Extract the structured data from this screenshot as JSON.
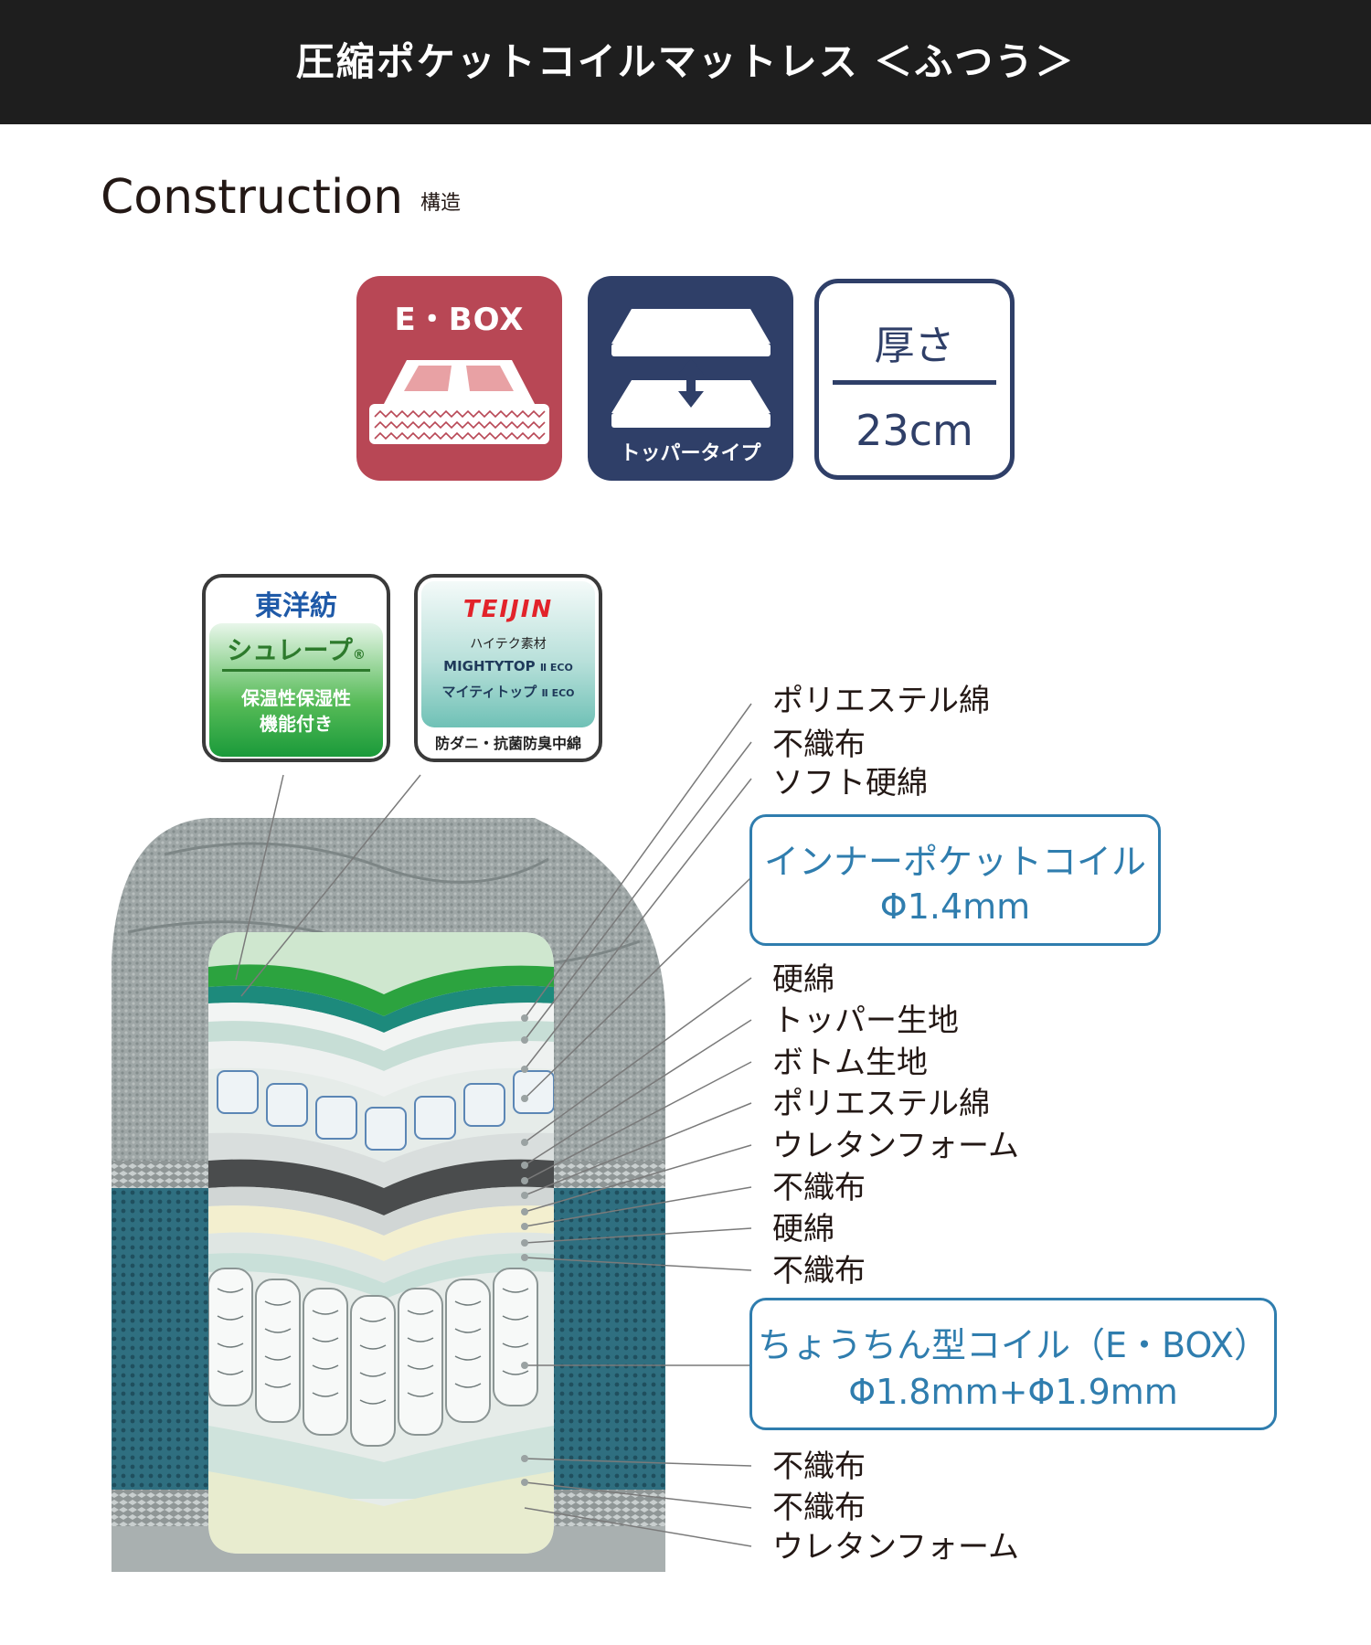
{
  "header": {
    "title": "圧縮ポケットコイルマットレス ＜ふつう＞"
  },
  "section": {
    "title": "Construction",
    "subtitle": "構造"
  },
  "badges": {
    "ebox": {
      "label": "E・BOX",
      "color": "#b84755"
    },
    "topper": {
      "label": "トッパータイプ",
      "color": "#2f3f68"
    },
    "thickness": {
      "label": "厚さ",
      "value": "23cm",
      "color": "#2f3f68"
    }
  },
  "logos": {
    "toyobo": {
      "brand": "東洋紡",
      "product": "シュレープ",
      "registered": "®",
      "desc_line1": "保温性保湿性",
      "desc_line2": "機能付き"
    },
    "teijin": {
      "brand": "TEIJIN",
      "tag": "ハイテク素材",
      "name_line1": "MIGHTYTOP",
      "name_mark": "Ⅱ ECO",
      "name_line2": "マイティトップ",
      "name_line2_mark": "Ⅱ ECO",
      "footer": "防ダニ・抗菌防臭中綿"
    }
  },
  "layers": {
    "l1": "ポリエステル綿",
    "l2": "不織布",
    "l3": "ソフト硬綿",
    "inner_coil": {
      "name": "インナーポケットコイル",
      "spec": "Φ1.4mm"
    },
    "l5": "硬綿",
    "l6": "トッパー生地",
    "l7": "ボトム生地",
    "l8": "ポリエステル綿",
    "l9": "ウレタンフォーム",
    "l10": "不織布",
    "l11": "硬綿",
    "l12": "不織布",
    "main_coil": {
      "name": "ちょうちん型コイル（E・BOX）",
      "spec": "Φ1.8mm+Φ1.9mm"
    },
    "l14": "不織布",
    "l15": "不織布",
    "l16": "ウレタンフォーム"
  },
  "colors": {
    "accent_blue": "#2f7dae",
    "navy": "#2f3f68",
    "crimson": "#b84755"
  }
}
